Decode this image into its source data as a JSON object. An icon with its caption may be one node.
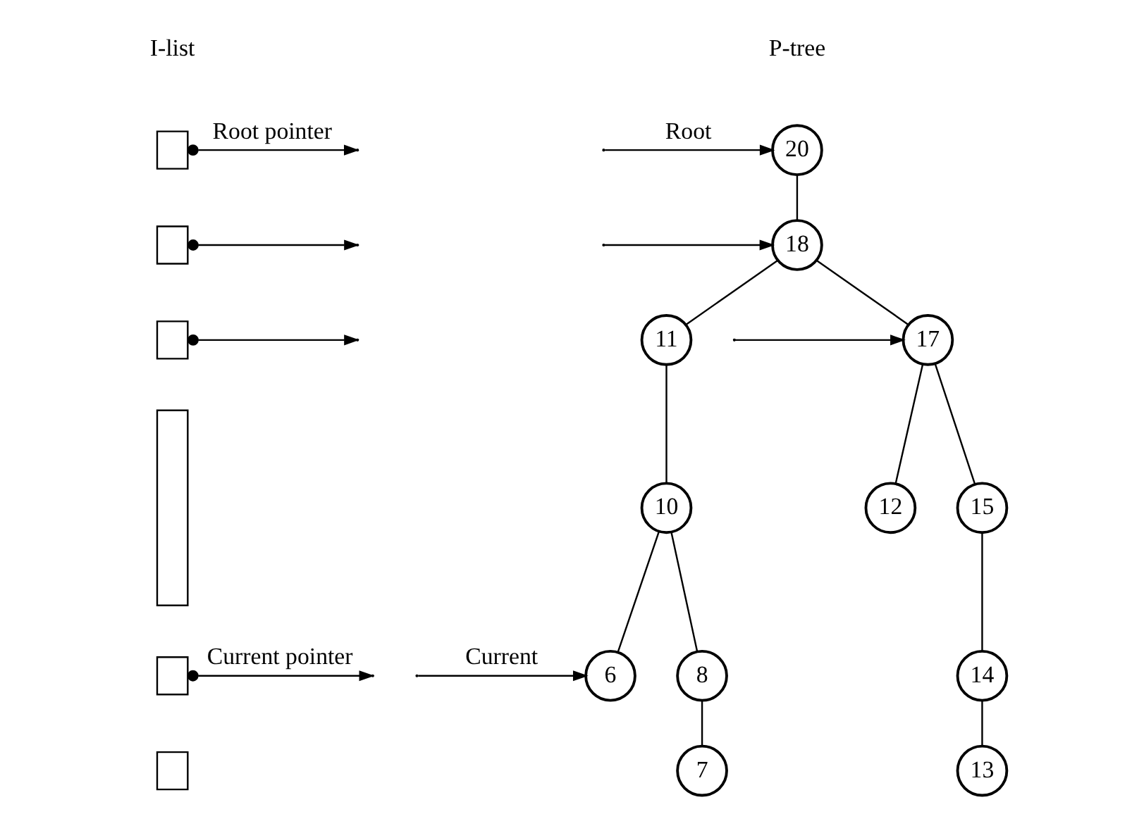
{
  "diagram": {
    "nodes": [
      {
        "text": [],
        "shape": "box"
      },
      {
        "text": [],
        "shape": "box"
      },
      {
        "text": [],
        "shape": "box"
      },
      {
        "text": [],
        "shape": "box"
      },
      {
        "text": [],
        "shape": "box"
      },
      {
        "text": [],
        "shape": "box"
      },
      {
        "text": [
          "20"
        ]
      },
      {
        "text": [
          "18"
        ]
      },
      {
        "text": [
          "11"
        ]
      },
      {
        "text": [
          "17"
        ]
      },
      {
        "text": [
          "10"
        ]
      },
      {
        "text": [
          "12"
        ]
      },
      {
        "text": [
          "15"
        ]
      },
      {
        "text": [
          "6"
        ]
      },
      {
        "text": [
          "8"
        ]
      },
      {
        "text": [
          "14"
        ]
      },
      {
        "text": [
          "7"
        ]
      },
      {
        "text": [
          "13"
        ]
      }
    ],
    "edges": [
      {
        "from": 0,
        "to": null,
        "arrow": "to",
        "label": "Root pointer"
      },
      {
        "from": 1,
        "to": null,
        "arrow": "to"
      },
      {
        "from": 2,
        "to": null,
        "arrow": "to"
      },
      {
        "from": 4,
        "to": null,
        "arrow": "to",
        "label": "Current pointer"
      },
      {
        "from": null,
        "to": 6,
        "arrow": "to",
        "label": "Root"
      },
      {
        "from": null,
        "to": 7,
        "arrow": "to"
      },
      {
        "from": null,
        "to": 9,
        "arrow": "to"
      },
      {
        "from": null,
        "to": 13,
        "arrow": "to",
        "label": "Current"
      },
      {
        "from": 6,
        "to": 7,
        "arrow": "none"
      },
      {
        "from": 7,
        "to": 8,
        "arrow": "none"
      },
      {
        "from": 7,
        "to": 9,
        "arrow": "none"
      },
      {
        "from": 8,
        "to": 10,
        "arrow": "none"
      },
      {
        "from": 9,
        "to": 11,
        "arrow": "none"
      },
      {
        "from": 9,
        "to": 12,
        "arrow": "none"
      },
      {
        "from": 10,
        "to": 13,
        "arrow": "none"
      },
      {
        "from": 10,
        "to": 14,
        "arrow": "none"
      },
      {
        "from": 12,
        "to": 15,
        "arrow": "none"
      },
      {
        "from": 14,
        "to": 16,
        "arrow": "none"
      },
      {
        "from": 15,
        "to": 17,
        "arrow": "none"
      }
    ],
    "labels": [
      "I-list",
      "P-tree"
    ]
  }
}
